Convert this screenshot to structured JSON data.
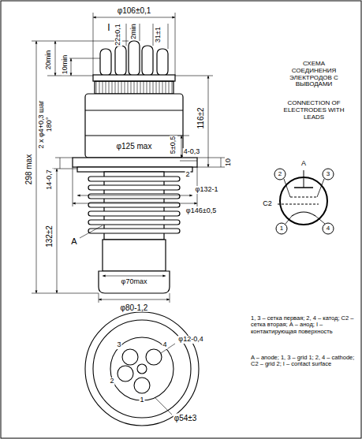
{
  "diagram": {
    "labels": [
      "φ106±0,1",
      "I",
      "22±0,1",
      "2min",
      "31±1",
      "20min",
      "10min",
      "2 x φ4+0,3 шаг 180°",
      "φ125 max",
      "298 max",
      "14-0,7",
      "5±0,5",
      "4-0,3",
      "2",
      "116±2",
      "φ132-1",
      "10",
      "φ146±0,5",
      "132±2",
      "A",
      "φ70max",
      "φ80-1,2",
      "φ12-0,4",
      "φ54±3",
      "3",
      "4",
      "2",
      "1",
      "СХЕМА СОЕДИНЕНИЯ ЭЛЕКТРОДОВ С ВЫВОДАМИ",
      "CONNECTION OF ELECTRODES WITH LEADS",
      "2",
      "A",
      "3",
      "C2",
      "1",
      "4",
      "1, 3 – сетка первая; 2, 4 – катод; С2 – сетка вторая; А – анод; I – контактирующая поверхность",
      "A – anode; 1, 3 – grid 1; 2, 4 – cathode; C2 – grid 2; I – contact surface"
    ]
  }
}
